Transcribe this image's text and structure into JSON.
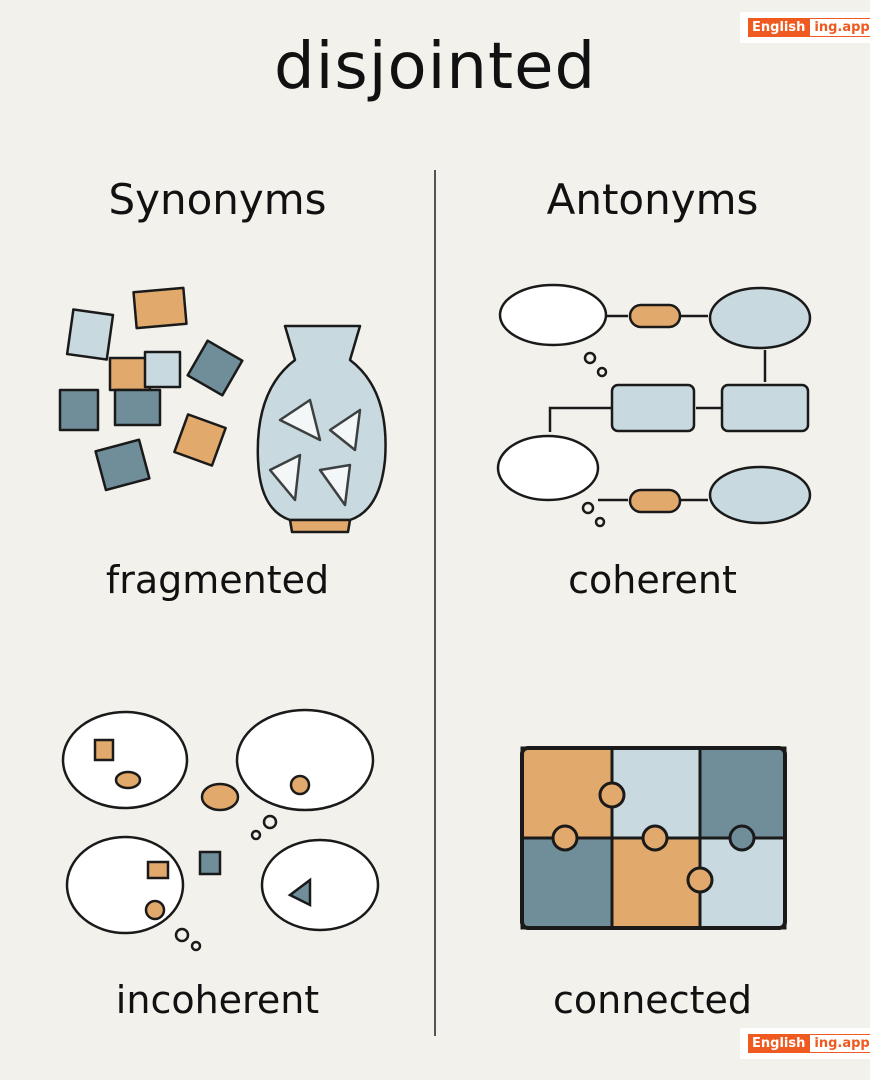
{
  "title": "disjointed",
  "synonyms": {
    "heading": "Synonyms",
    "words": [
      "fragmented",
      "incoherent"
    ]
  },
  "antonyms": {
    "heading": "Antonyms",
    "words": [
      "coherent",
      "connected"
    ]
  },
  "logo": {
    "part1": "English",
    "part2": "ing.app",
    "icon": "graduation-cap-icon"
  },
  "colors": {
    "background": "#f3f1ec",
    "orange": "#e2a96c",
    "slate": "#6f8e9a",
    "light_blue": "#c8dadf",
    "brand": "#ee5a1f"
  }
}
